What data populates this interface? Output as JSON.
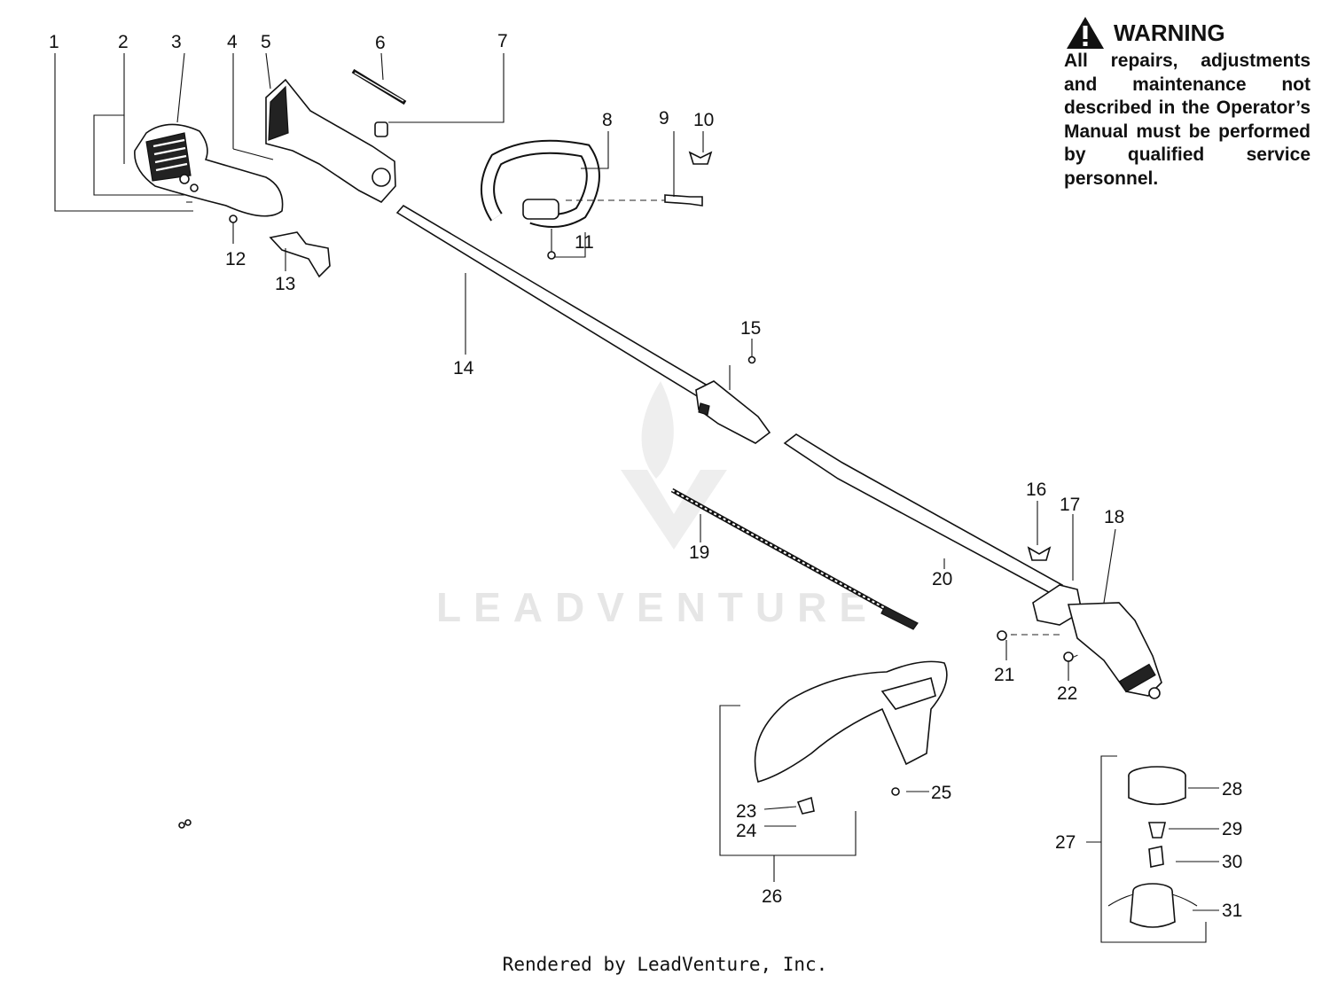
{
  "warning": {
    "title": "WARNING",
    "text": "All repairs, adjustments and maintenance not described in the Operator’s Manual must be performed by qualified service personnel."
  },
  "watermark": "LEADVENTURE",
  "footer": "Rendered by LeadVenture, Inc.",
  "callouts": [
    "1",
    "2",
    "3",
    "4",
    "5",
    "6",
    "7",
    "8",
    "9",
    "10",
    "11",
    "12",
    "13",
    "14",
    "15",
    "16",
    "17",
    "18",
    "19",
    "20",
    "21",
    "22",
    "23",
    "24",
    "25",
    "26",
    "27",
    "28",
    "29",
    "30",
    "31"
  ]
}
